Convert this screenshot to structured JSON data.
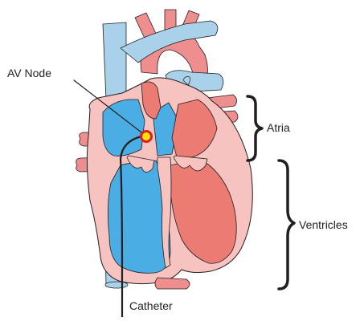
{
  "labels": {
    "av_node": "AV Node",
    "atria": "Atria",
    "ventricles": "Ventricles",
    "catheter": "Catheter"
  },
  "colors": {
    "vein_blue": "#a9d2ea",
    "chamber_blue": "#4aaee4",
    "artery_red": "#ef8e8e",
    "chamber_red": "#ec7b74",
    "wall_pink": "#f6c3c0",
    "outline": "#231f20",
    "node_fill": "#f7e500",
    "node_ring": "#e21b22"
  }
}
